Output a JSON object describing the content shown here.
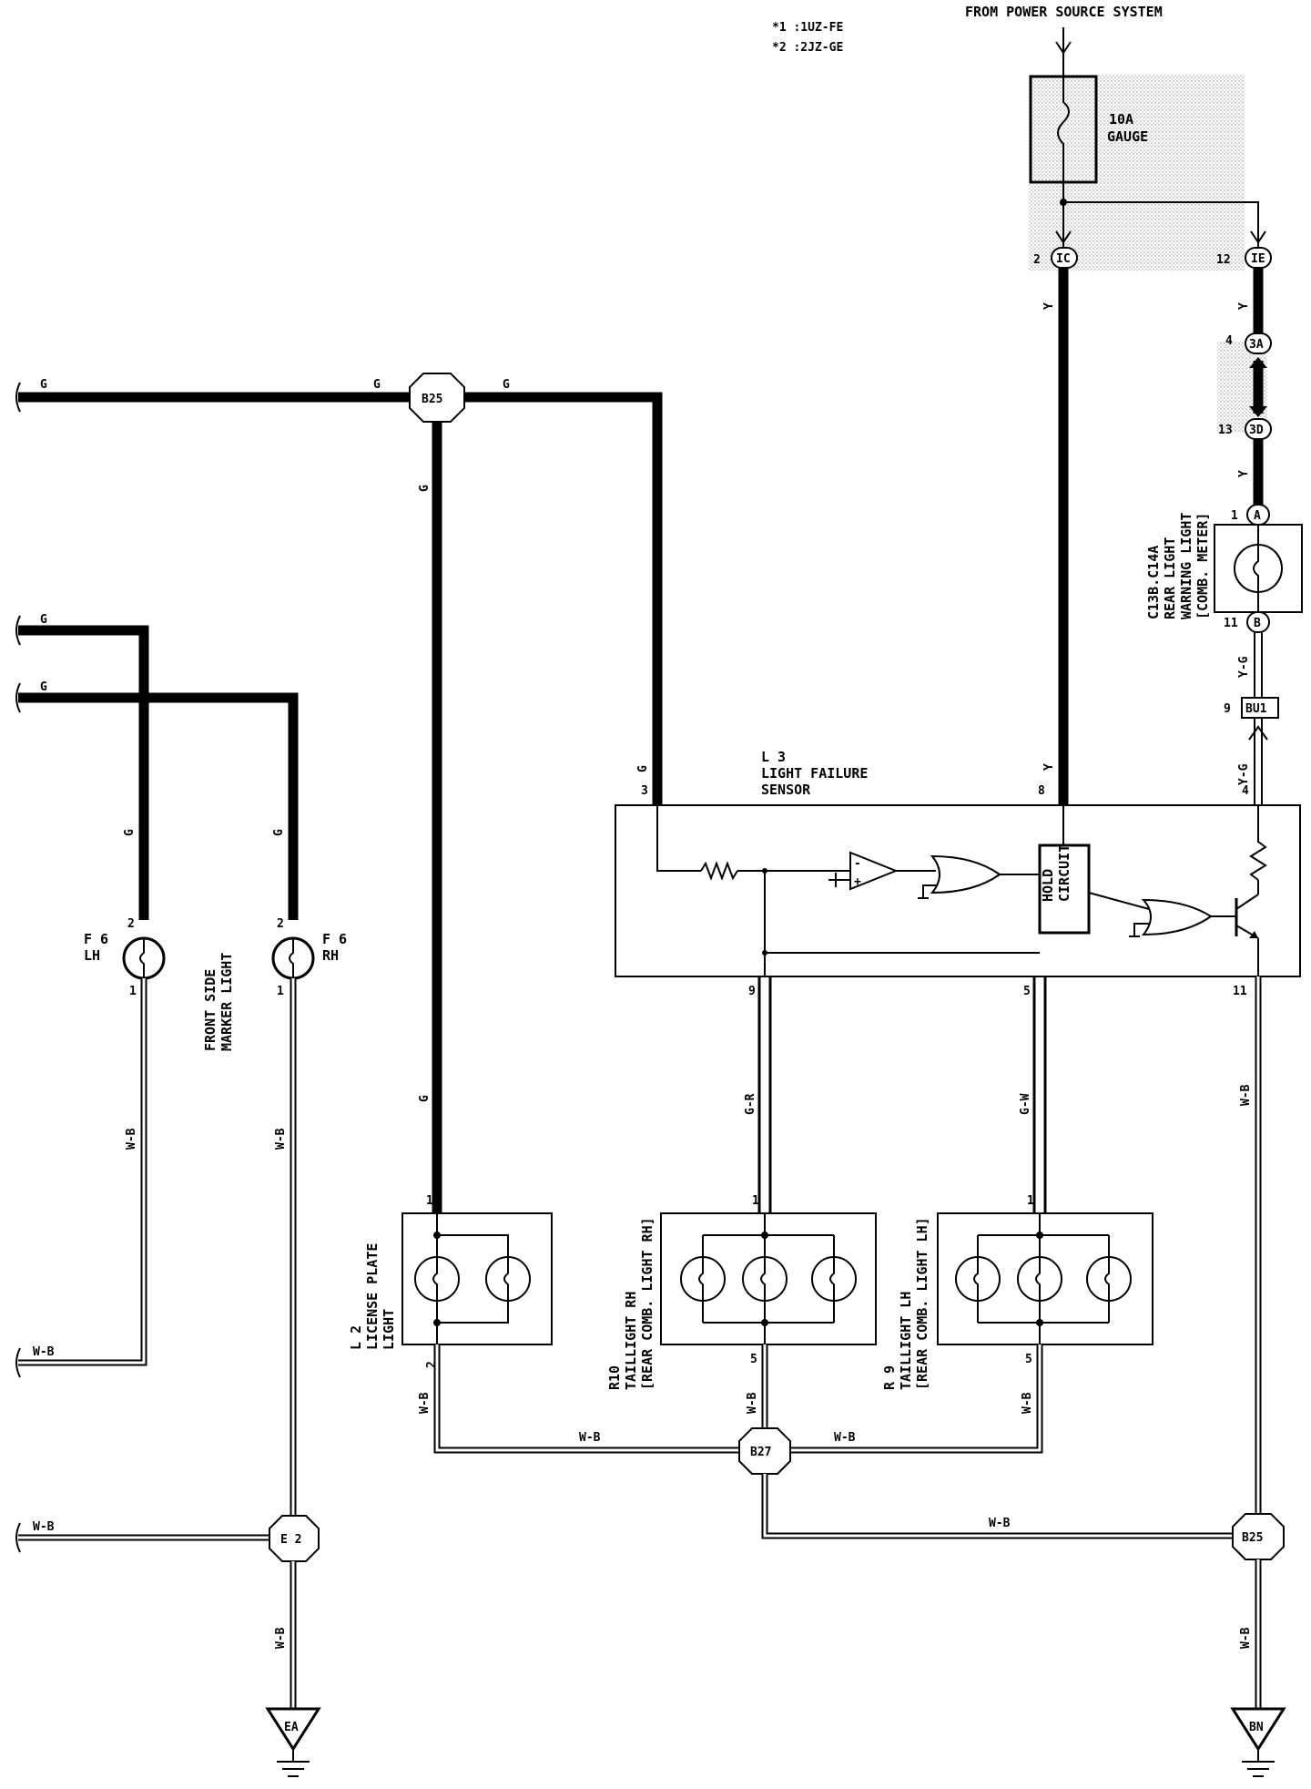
{
  "header": {
    "note1": "*1 :1UZ-FE",
    "note2": "*2 :2JZ-GE",
    "power_source": "FROM POWER SOURCE SYSTEM"
  },
  "fuse": {
    "rating": "10A",
    "name": "GAUGE"
  },
  "connectors": {
    "ic": "IC",
    "ic_pin": "2",
    "ie": "IE",
    "ie_pin": "12",
    "c3a": "3A",
    "c3a_pin": "4",
    "c3d": "3D",
    "c3d_pin": "13",
    "ca": "A",
    "ca_pin": "1",
    "cb": "B",
    "cb_pin": "11",
    "bu1": "BU1",
    "bu1_pin": "9",
    "b25_top": "B25",
    "b27": "B27",
    "e2": "E 2",
    "b25_bottom": "B25"
  },
  "grounds": {
    "ea": "EA",
    "bn": "BN"
  },
  "wire_colors": {
    "g": "G",
    "y": "Y",
    "yg": "Y-G",
    "gr": "G-R",
    "gw": "G-W",
    "wb": "W-B"
  },
  "meter": {
    "id_prefix": "C13",
    "id_b": "B",
    "id_mid": ".C14",
    "id_a": "A",
    "line1": "REAR LIGHT",
    "line2": "WARNING LIGHT",
    "line3": "[COMB. METER]"
  },
  "sensor": {
    "id": "L 3",
    "line1": "LIGHT FAILURE",
    "line2": "SENSOR",
    "hold1": "HOLD",
    "hold2": "CIRCUIT",
    "pin3": "3",
    "pin8": "8",
    "pin4": "4",
    "pin9": "9",
    "pin5": "5",
    "pin11": "11"
  },
  "marker_lh": {
    "id": "F 6",
    "side": "LH",
    "pin_top": "2",
    "pin_bottom": "1"
  },
  "marker_rh": {
    "id": "F 6",
    "side": "RH",
    "pin_top": "2",
    "pin_bottom": "1"
  },
  "marker_label": {
    "line1": "FRONT SIDE",
    "line2": "MARKER LIGHT"
  },
  "license": {
    "id": "L 2",
    "line1": "LICENSE PLATE",
    "line2": "LIGHT",
    "pin_top": "1",
    "pin_bottom": "2"
  },
  "tail_rh": {
    "id": "R10",
    "line1": "TAILLIGHT RH",
    "line2": "[REAR COMB. LIGHT RH]",
    "pin_top": "1",
    "pin_bottom": "5"
  },
  "tail_lh": {
    "id": "R 9",
    "line1": "TAILLIGHT LH",
    "line2": "[REAR COMB. LIGHT LH]",
    "pin_top": "1",
    "pin_bottom": "5"
  }
}
